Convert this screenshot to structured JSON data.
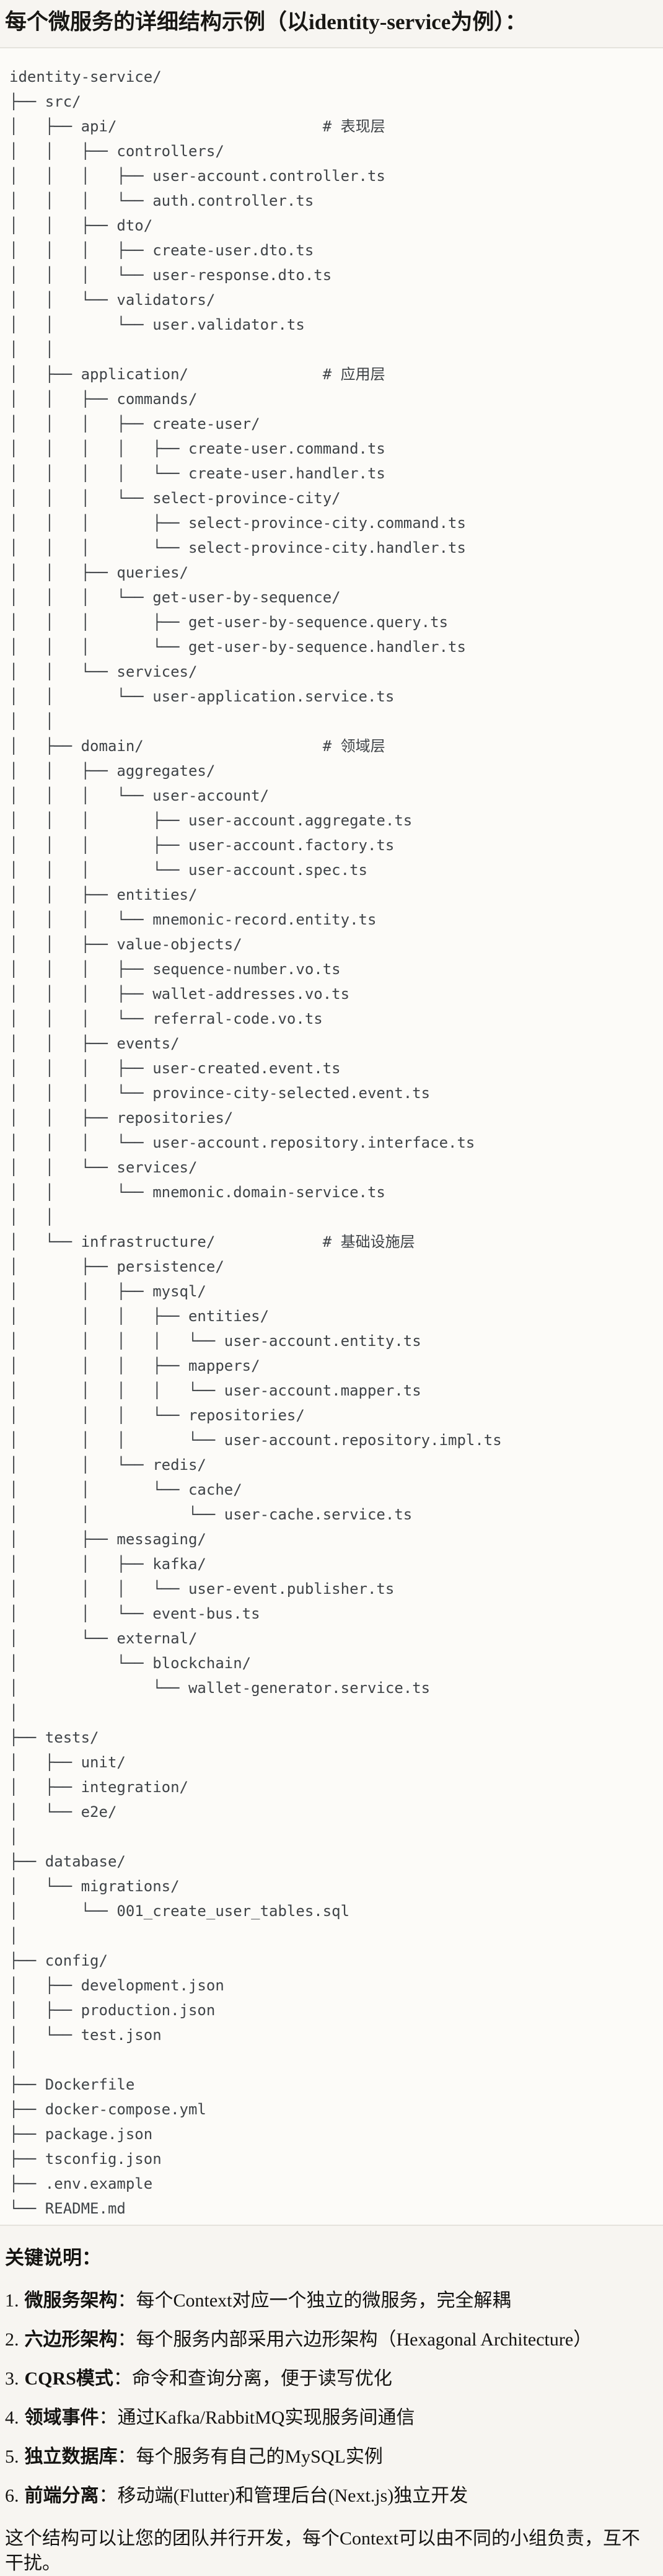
{
  "header": {
    "title": "每个微服务的详细结构示例（以identity-service为例）："
  },
  "code_block": {
    "lines": [
      "identity-service/",
      "├── src/",
      "│   ├── api/                       # 表现层",
      "│   │   ├── controllers/",
      "│   │   │   ├── user-account.controller.ts",
      "│   │   │   └── auth.controller.ts",
      "│   │   ├── dto/",
      "│   │   │   ├── create-user.dto.ts",
      "│   │   │   └── user-response.dto.ts",
      "│   │   └── validators/",
      "│   │       └── user.validator.ts",
      "│   │",
      "│   ├── application/               # 应用层",
      "│   │   ├── commands/",
      "│   │   │   ├── create-user/",
      "│   │   │   │   ├── create-user.command.ts",
      "│   │   │   │   └── create-user.handler.ts",
      "│   │   │   └── select-province-city/",
      "│   │   │       ├── select-province-city.command.ts",
      "│   │   │       └── select-province-city.handler.ts",
      "│   │   ├── queries/",
      "│   │   │   └── get-user-by-sequence/",
      "│   │   │       ├── get-user-by-sequence.query.ts",
      "│   │   │       └── get-user-by-sequence.handler.ts",
      "│   │   └── services/",
      "│   │       └── user-application.service.ts",
      "│   │",
      "│   ├── domain/                    # 领域层",
      "│   │   ├── aggregates/",
      "│   │   │   └── user-account/",
      "│   │   │       ├── user-account.aggregate.ts",
      "│   │   │       ├── user-account.factory.ts",
      "│   │   │       └── user-account.spec.ts",
      "│   │   ├── entities/",
      "│   │   │   └── mnemonic-record.entity.ts",
      "│   │   ├── value-objects/",
      "│   │   │   ├── sequence-number.vo.ts",
      "│   │   │   ├── wallet-addresses.vo.ts",
      "│   │   │   └── referral-code.vo.ts",
      "│   │   ├── events/",
      "│   │   │   ├── user-created.event.ts",
      "│   │   │   └── province-city-selected.event.ts",
      "│   │   ├── repositories/",
      "│   │   │   └── user-account.repository.interface.ts",
      "│   │   └── services/",
      "│   │       └── mnemonic.domain-service.ts",
      "│   │",
      "│   └── infrastructure/            # 基础设施层",
      "│       ├── persistence/",
      "│       │   ├── mysql/",
      "│       │   │   ├── entities/",
      "│       │   │   │   └── user-account.entity.ts",
      "│       │   │   ├── mappers/",
      "│       │   │   │   └── user-account.mapper.ts",
      "│       │   │   └── repositories/",
      "│       │   │       └── user-account.repository.impl.ts",
      "│       │   └── redis/",
      "│       │       └── cache/",
      "│       │           └── user-cache.service.ts",
      "│       ├── messaging/",
      "│       │   ├── kafka/",
      "│       │   │   └── user-event.publisher.ts",
      "│       │   └── event-bus.ts",
      "│       └── external/",
      "│           └── blockchain/",
      "│               └── wallet-generator.service.ts",
      "│",
      "├── tests/",
      "│   ├── unit/",
      "│   ├── integration/",
      "│   └── e2e/",
      "│",
      "├── database/",
      "│   └── migrations/",
      "│       └── 001_create_user_tables.sql",
      "│",
      "├── config/",
      "│   ├── development.json",
      "│   ├── production.json",
      "│   └── test.json",
      "│",
      "├── Dockerfile",
      "├── docker-compose.yml",
      "├── package.json",
      "├── tsconfig.json",
      "├── .env.example",
      "└── README.md"
    ]
  },
  "notes": {
    "heading": "关键说明：",
    "items": [
      {
        "num": "1.",
        "term": "微服务架构",
        "colon": "：",
        "desc": "每个Context对应一个独立的微服务，完全解耦"
      },
      {
        "num": "2.",
        "term": "六边形架构",
        "colon": "：",
        "desc": "每个服务内部采用六边形架构（Hexagonal Architecture）"
      },
      {
        "num": "3.",
        "term": "CQRS模式",
        "colon": "：",
        "desc": "命令和查询分离，便于读写优化"
      },
      {
        "num": "4.",
        "term": "领域事件",
        "colon": "：",
        "desc": "通过Kafka/RabbitMQ实现服务间通信"
      },
      {
        "num": "5.",
        "term": "独立数据库",
        "colon": "：",
        "desc": "每个服务有自己的MySQL实例"
      },
      {
        "num": "6.",
        "term": "前端分离",
        "colon": "：",
        "desc": "移动端(Flutter)和管理后台(Next.js)独立开发"
      }
    ],
    "closing": "这个结构可以让您的团队并行开发，每个Context可以由不同的小组负责，互不干扰。"
  },
  "colors": {
    "page_bg": "#f7f5f1",
    "code_bg": "#fcfbf8",
    "code_border": "#e5e3dd",
    "tree_text": "#3f4347",
    "body_text": "#141311"
  }
}
